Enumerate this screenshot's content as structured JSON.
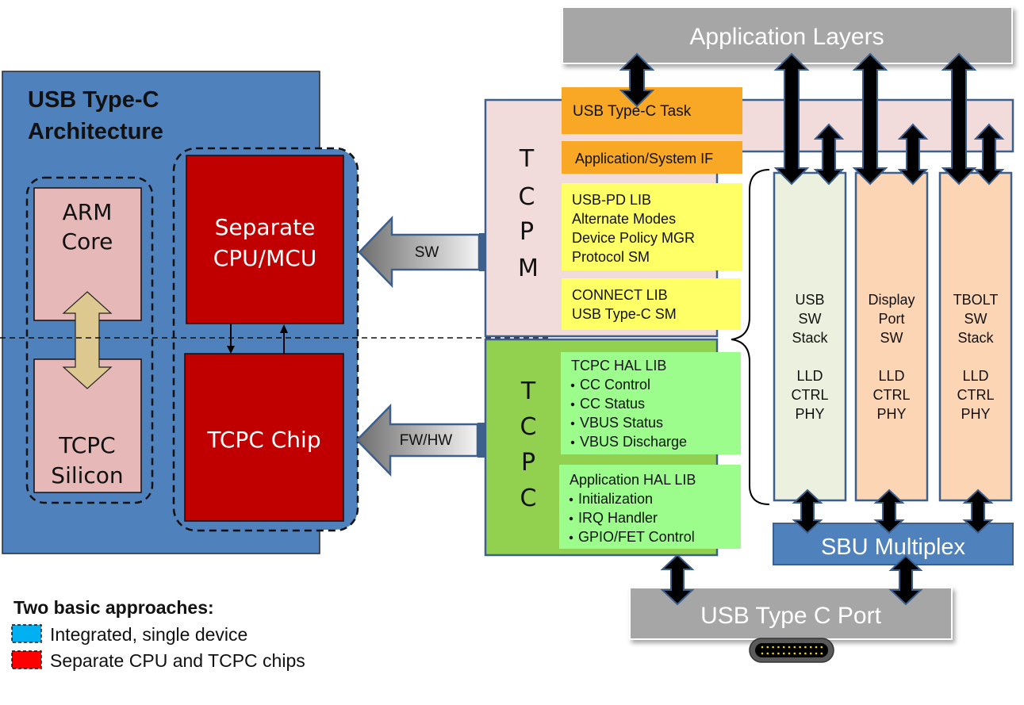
{
  "left_panel": {
    "title_line1": "USB Type-C",
    "title_line2": "Architecture",
    "arm_core": [
      "ARM",
      "Core"
    ],
    "tcpc_silicon": [
      "TCPC",
      "Silicon"
    ],
    "separate_cpu": [
      "Separate",
      "CPU/MCU"
    ],
    "tcpc_chip": "TCPC Chip"
  },
  "arrows": {
    "sw": "SW",
    "fw_hw": "FW/HW"
  },
  "legend": {
    "title": "Two basic approaches:",
    "items": [
      {
        "label": "Integrated, single device",
        "color": "#00b0f0"
      },
      {
        "label": "Separate  CPU and TCPC chips",
        "color": "#ff0000"
      }
    ]
  },
  "top": {
    "application_layers": "Application Layers"
  },
  "tcpm": {
    "letters": [
      "T",
      "C",
      "P",
      "M"
    ],
    "task": "USB Type-C Task",
    "app_sys_if": "Application/System  IF",
    "pd_lib": [
      "USB-PD LIB",
      "Alternate  Modes",
      "Device Policy  MGR",
      "Protocol SM"
    ],
    "connect_lib": [
      "CONNECT LIB",
      "USB Type-C SM"
    ]
  },
  "tcpc": {
    "letters": [
      "T",
      "C",
      "P",
      "C"
    ],
    "hal_lib_title": "TCPC HAL LIB",
    "hal_lib_items": [
      "CC Control",
      "CC Status",
      "VBUS Status",
      "VBUS  Discharge"
    ],
    "app_hal_title": "Application  HAL LIB",
    "app_hal_items": [
      "Initialization",
      "IRQ Handler",
      "GPIO/FET Control"
    ]
  },
  "stacks": [
    {
      "lines": [
        "USB",
        "SW",
        "Stack",
        "",
        "LLD",
        "CTRL",
        "PHY"
      ],
      "color": "#ebf1de"
    },
    {
      "lines": [
        "Display",
        "Port",
        "SW",
        "",
        "LLD",
        "CTRL",
        "PHY"
      ],
      "color": "#fcd5b5"
    },
    {
      "lines": [
        "TBOLT",
        "SW",
        "Stack",
        "",
        "LLD",
        "CTRL",
        "PHY"
      ],
      "color": "#fcd5b5"
    }
  ],
  "bottom": {
    "sbu_multiplex": "SBU Multiplex",
    "usb_port": "USB Type C Port"
  },
  "colors": {
    "blue_panel": "#4f81bd",
    "dark_red": "#c00000",
    "pink": "#e6b9b8",
    "tcpm_bg": "#f2dcdb",
    "tcpc_bg": "#92d050",
    "orange": "#f9a825",
    "yellow": "#ffff66",
    "light_green": "#9cfc8c",
    "grey": "#a6a6a6"
  }
}
